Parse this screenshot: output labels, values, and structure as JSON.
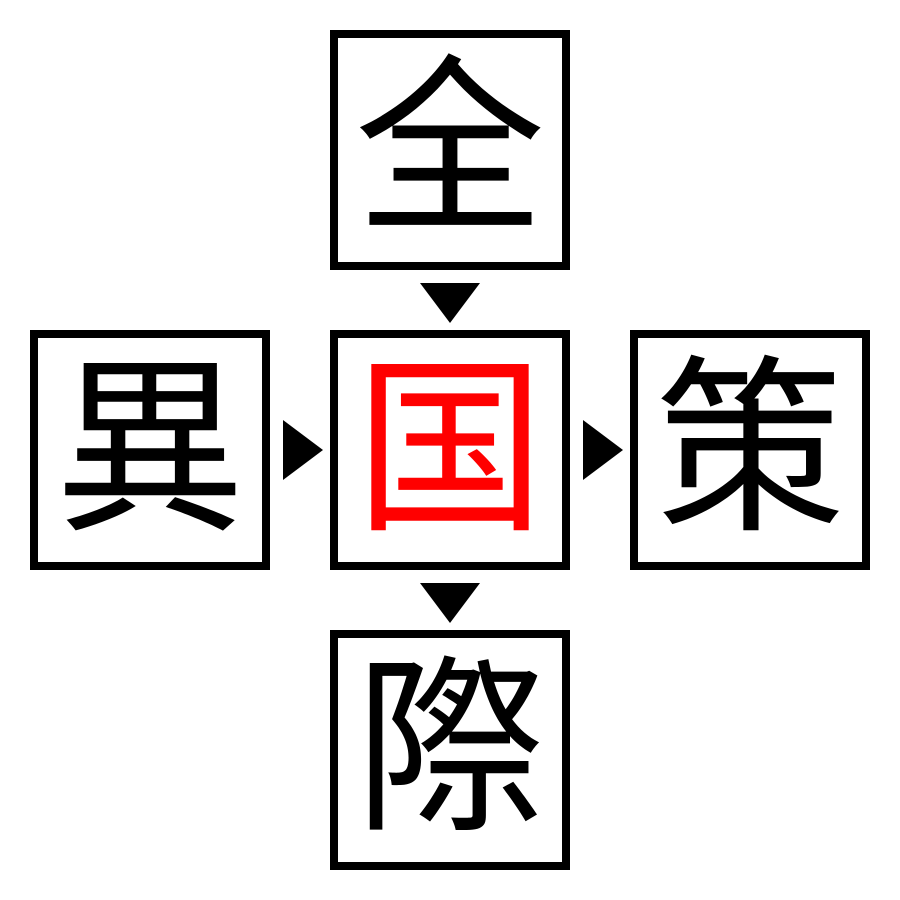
{
  "puzzle": {
    "top": "全",
    "left": "異",
    "center": "国",
    "right": "策",
    "bottom": "際",
    "answer_color": "#ff0000",
    "text_color": "#000000"
  }
}
